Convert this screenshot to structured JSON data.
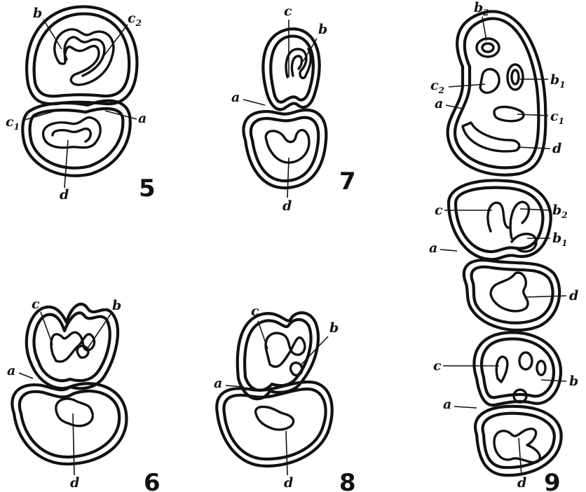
{
  "figures": [
    {
      "number": "5",
      "labels": {
        "b": "b",
        "c2": "c",
        "c2_sub": "2",
        "a": "a",
        "c1": "c",
        "c1_sub": "1",
        "d": "d"
      }
    },
    {
      "number": "7",
      "labels": {
        "c": "c",
        "b": "b",
        "a": "a",
        "d": "d"
      }
    },
    {
      "number": "9",
      "labels": {
        "b2_top": "b",
        "b2_top_sub": "2",
        "b1_top": "b",
        "b1_top_sub": "1",
        "c2": "c",
        "c2_sub": "2",
        "a_top": "a",
        "c1": "c",
        "c1_sub": "1",
        "d_top": "d",
        "c_mid": "c",
        "b2_mid": "b",
        "b2_mid_sub": "2",
        "b1_mid": "b",
        "b1_mid_sub": "1",
        "a_mid": "a",
        "d_mid": "d",
        "c_bot": "c",
        "b_bot": "b",
        "a_bot": "a",
        "d_bot": "d"
      }
    },
    {
      "number": "6",
      "labels": {
        "c": "c",
        "b": "b",
        "a": "a",
        "d": "d"
      }
    },
    {
      "number": "8",
      "labels": {
        "c": "c",
        "b": "b",
        "a": "a",
        "d": "d"
      }
    }
  ]
}
